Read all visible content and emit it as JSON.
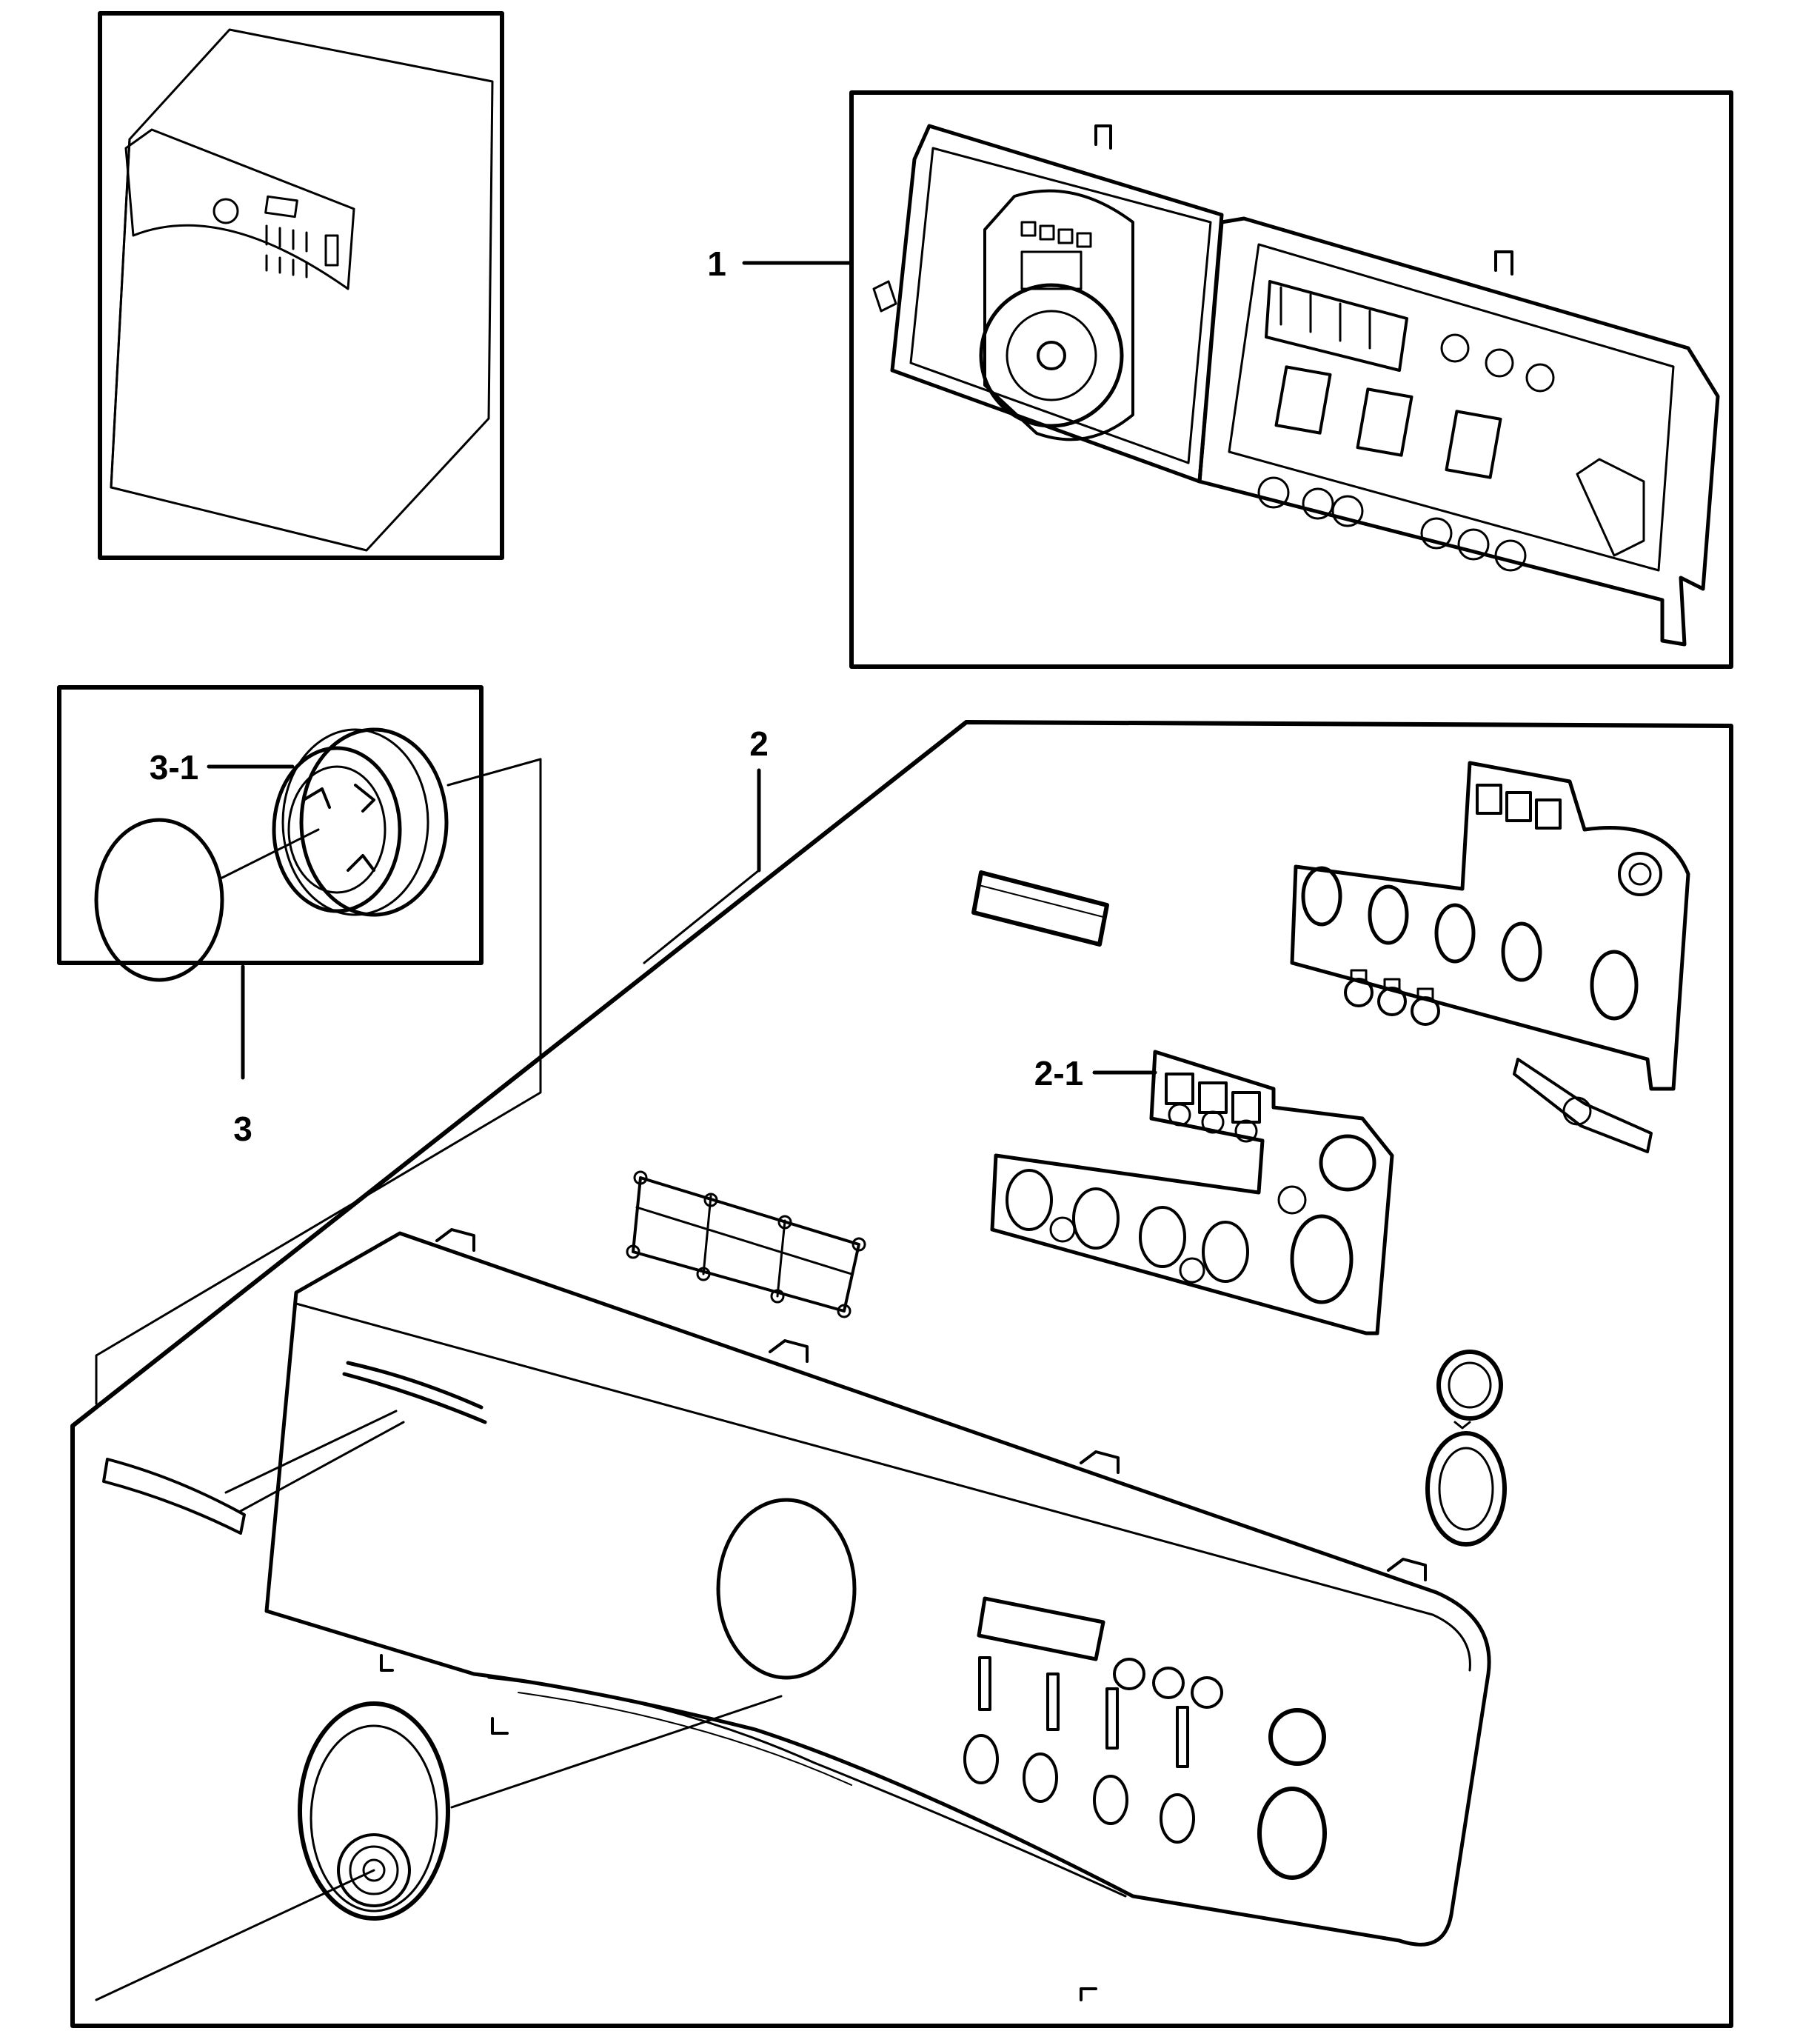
{
  "callouts": {
    "c1": "1",
    "c2": "2",
    "c2_1": "2-1",
    "c3": "3",
    "c3_1": "3-1"
  },
  "colors": {
    "ink": "#000000",
    "paper": "#ffffff",
    "part_fill": "#ffffff"
  }
}
